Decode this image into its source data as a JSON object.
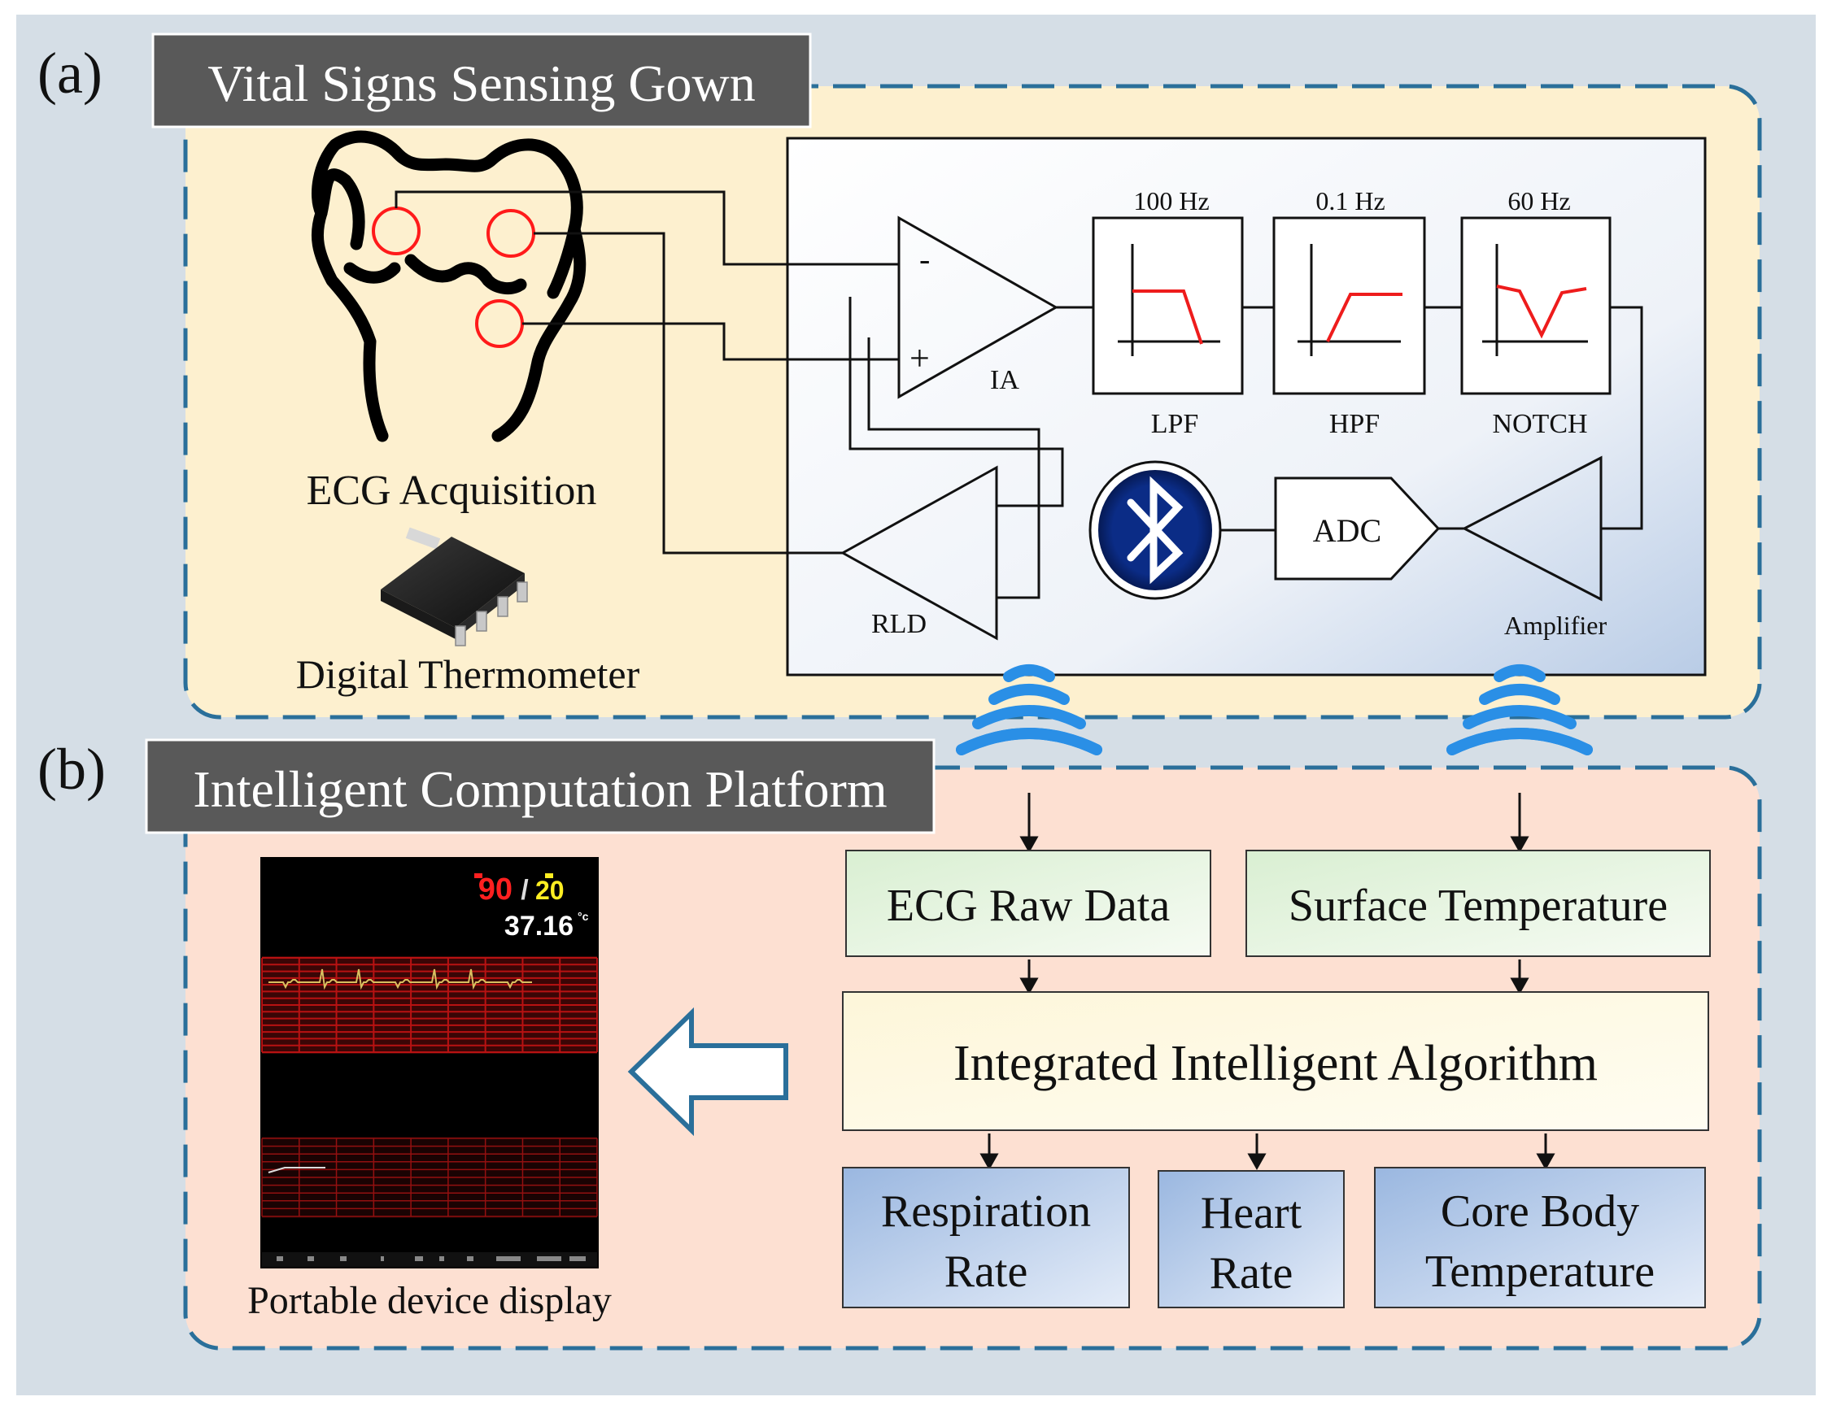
{
  "panel_a": {
    "label": "(a)",
    "title": "Vital Signs Sensing Gown",
    "ecg_label": "ECG Acquisition",
    "thermo_label": "Digital Thermometer",
    "circuit": {
      "ia_label": "IA",
      "ia_minus": "-",
      "ia_plus": "+",
      "rld_label": "RLD",
      "lpf_label": "LPF",
      "lpf_freq": "100 Hz",
      "hpf_label": "HPF",
      "hpf_freq": "0.1 Hz",
      "notch_label": "NOTCH",
      "notch_freq": "60 Hz",
      "adc_label": "ADC",
      "amplifier_label": "Amplifier"
    }
  },
  "panel_b": {
    "label": "(b)",
    "title": "Intelligent Computation Platform",
    "ecg_raw": "ECG Raw Data",
    "surface_temp": "Surface Temperature",
    "algorithm": "Integrated Intelligent Algorithm",
    "outputs": [
      {
        "line1": "Respiration",
        "line2": "Rate"
      },
      {
        "line1": "Heart",
        "line2": "Rate"
      },
      {
        "line1": "Core Body",
        "line2": "Temperature"
      }
    ],
    "device": {
      "caption": "Portable device display",
      "hr_value": "90",
      "separator": "/",
      "rr_value": "20",
      "temp_value": "37.16",
      "temp_unit": "°c"
    }
  },
  "colors": {
    "background": "#d5dee6",
    "panel_a_fill": "#fdf0cf",
    "panel_b_fill": "#fde0d2",
    "dash_border": "#2a6f9a",
    "title_fill": "#595959",
    "bluetooth": "#0b2c86",
    "wave_blue": "#1e8fe6",
    "ecg_red": "#e02020"
  }
}
